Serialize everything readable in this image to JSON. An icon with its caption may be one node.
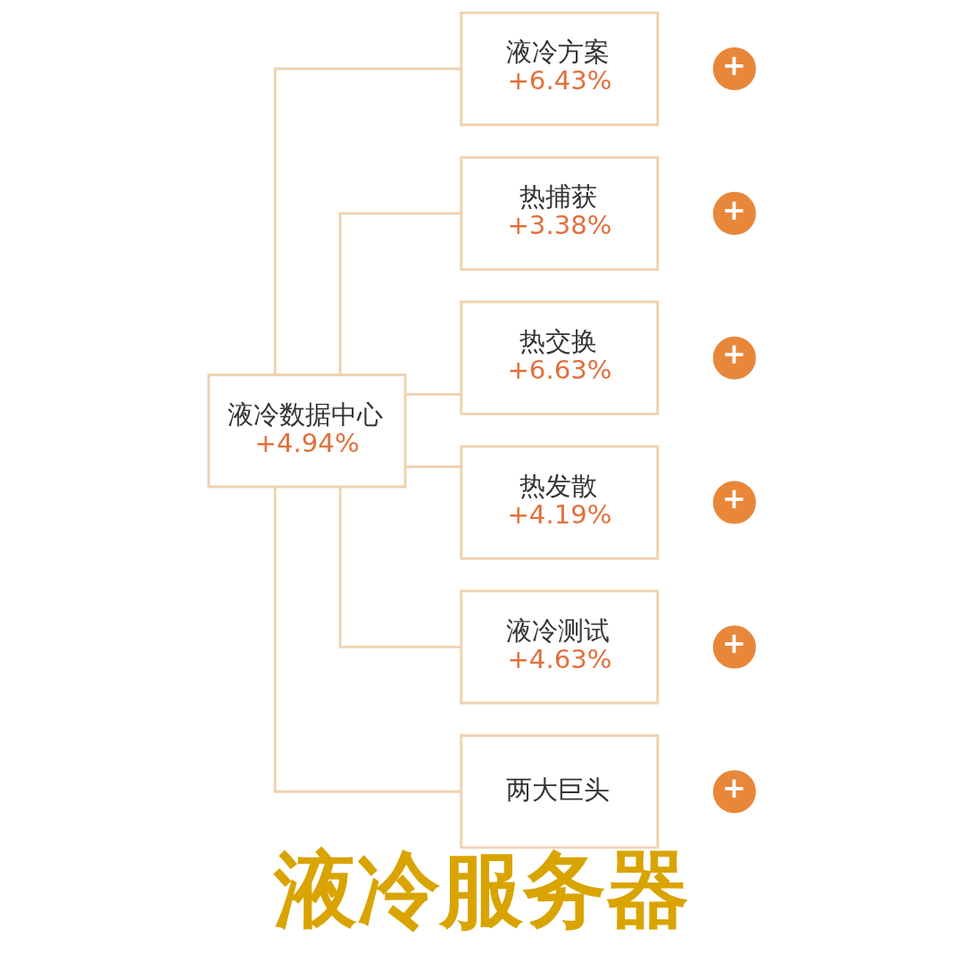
{
  "diagram": {
    "title": "液冷服务器",
    "nodes": [
      {
        "text": [
          "液冷数据中心",
          "+4.94%"
        ]
      },
      {
        "text": [
          "液冷方案",
          "+6.43%"
        ]
      },
      {
        "text": [
          "+"
        ]
      },
      {
        "text": [
          "热捕获",
          "+3.38%"
        ]
      },
      {
        "text": [
          "+"
        ]
      },
      {
        "text": [
          "热交换",
          "+6.63%"
        ]
      },
      {
        "text": [
          "+"
        ]
      },
      {
        "text": [
          "热发散",
          "+4.19%"
        ]
      },
      {
        "text": [
          "+"
        ]
      },
      {
        "text": [
          "液冷测试",
          "+4.63%"
        ]
      },
      {
        "text": [
          "+"
        ]
      },
      {
        "text": [
          "两大巨头"
        ]
      },
      {
        "text": [
          "+"
        ]
      }
    ],
    "edges": [
      {
        "from": 0,
        "to": 1,
        "arrow": "none"
      },
      {
        "from": 0,
        "to": 3,
        "arrow": "none"
      },
      {
        "from": 0,
        "to": 5,
        "arrow": "none"
      },
      {
        "from": 0,
        "to": 7,
        "arrow": "none"
      },
      {
        "from": 0,
        "to": 9,
        "arrow": "none"
      },
      {
        "from": 0,
        "to": 11,
        "arrow": "none"
      }
    ]
  }
}
